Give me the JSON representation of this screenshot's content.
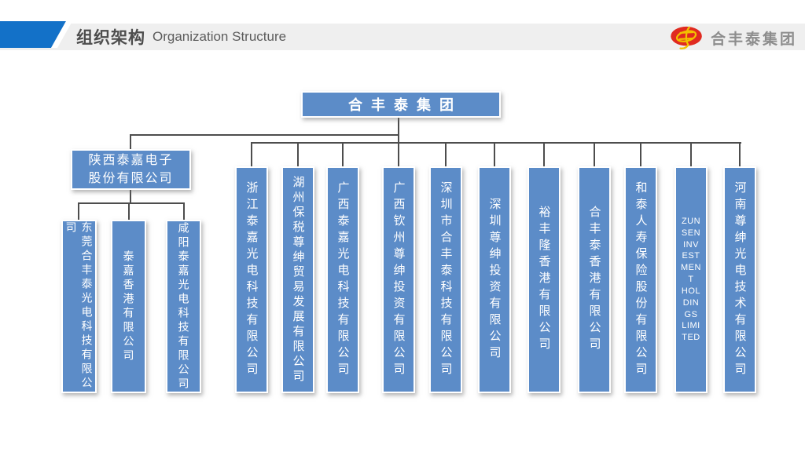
{
  "header": {
    "title_zh": "组织架构",
    "title_en": "Organization Structure",
    "logo_text": "合丰泰集团"
  },
  "colors": {
    "header_accent_blue": "#1371c8",
    "header_bar_gray": "#efefef",
    "box_blue": "#5c8cc8",
    "connector_gray": "#4d4d4d",
    "logo_red": "#e02a20",
    "logo_gold": "#f2c100",
    "title_gray": "#4d4d4d"
  },
  "org": {
    "root": "合丰泰集团",
    "left_branch": {
      "name": "陕西泰嘉电子股份有限公司",
      "display": "陕西泰嘉电子\n股份有限公司",
      "children": [
        "东莞合丰泰光电科技有限公司",
        "泰嘉香港有限公司",
        "咸阳泰嘉光电科技有限公司"
      ]
    },
    "subsidiaries": [
      {
        "name": "浙江泰嘉光电科技有限公司"
      },
      {
        "name": "湖州保税尊绅贸易发展有限公司"
      },
      {
        "name": "广西泰嘉光电科技有限公司"
      },
      {
        "name": "广西钦州尊绅投资有限公司"
      },
      {
        "name": "深圳市合丰泰科技有限公司"
      },
      {
        "name": "深圳尊绅投资有限公司"
      },
      {
        "name": "裕丰隆香港有限公司"
      },
      {
        "name": "合丰泰香港有限公司"
      },
      {
        "name": "和泰人寿保险股份有限公司"
      },
      {
        "name": "ZUN SEN INVESTMENT HOLDINGS LIMITED",
        "display": "ZUN\nSEN\nINV\nEST\nMEN\nT\nHOL\nDIN\nGS\nLIMI\nTED"
      },
      {
        "name": "河南尊绅光电技术有限公司"
      }
    ]
  }
}
